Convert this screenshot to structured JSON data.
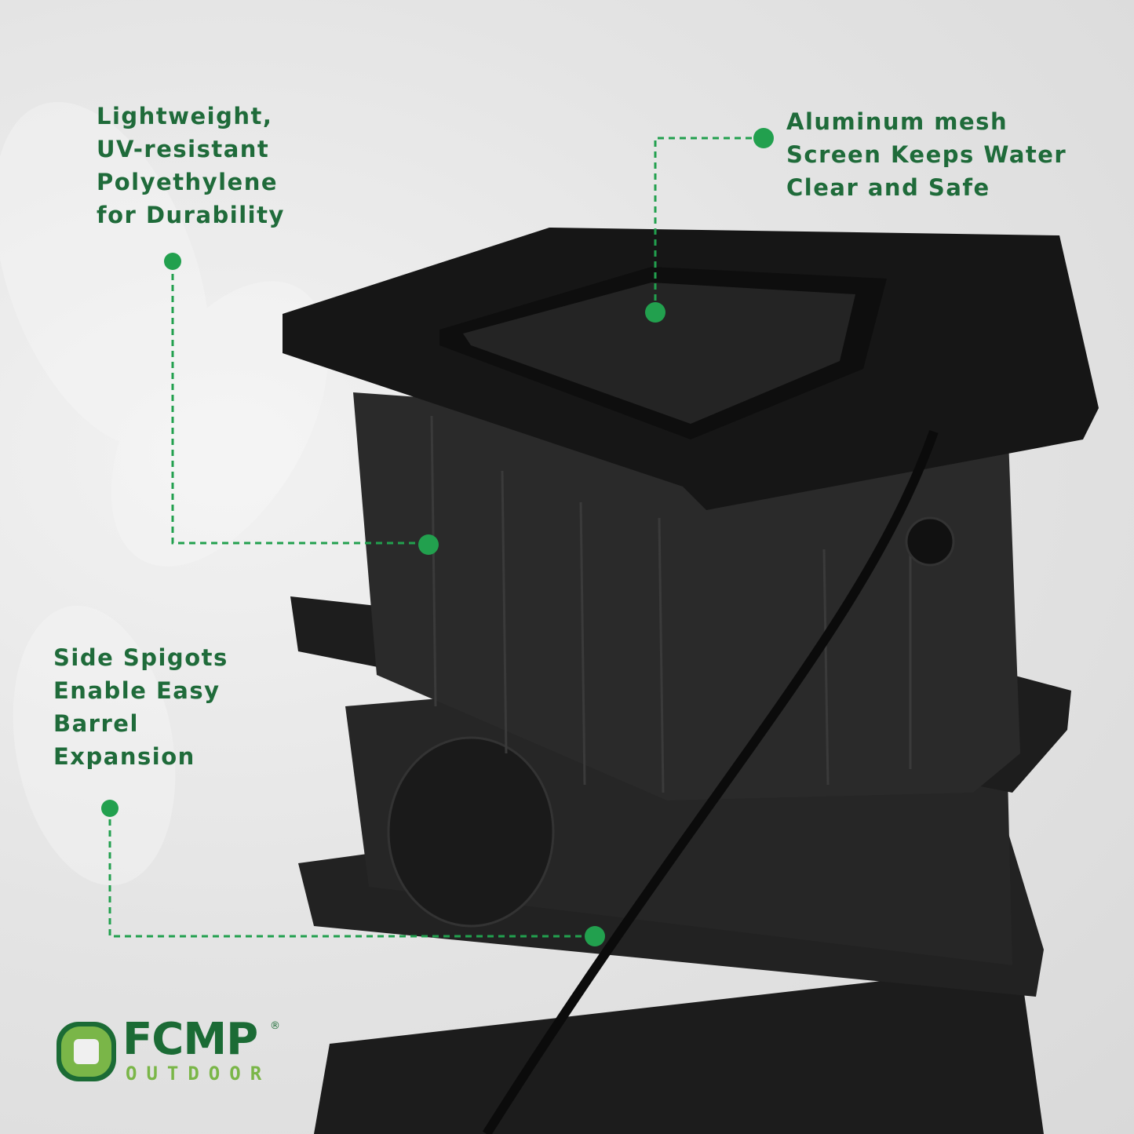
{
  "callouts": {
    "material": "Lightweight,\nUV-resistant\nPolyethylene\nfor Durability",
    "mesh": "Aluminum mesh\nScreen Keeps Water\nClear and Safe",
    "spigots": "Side Spigots\nEnable Easy\nBarrel\nExpansion"
  },
  "logo": {
    "brand": "FCMP",
    "sub": "OUTDOOR",
    "registered": "®"
  },
  "colors": {
    "text": "#1f6b3a",
    "dot": "#22a04e",
    "product": "#1e1e1e"
  }
}
